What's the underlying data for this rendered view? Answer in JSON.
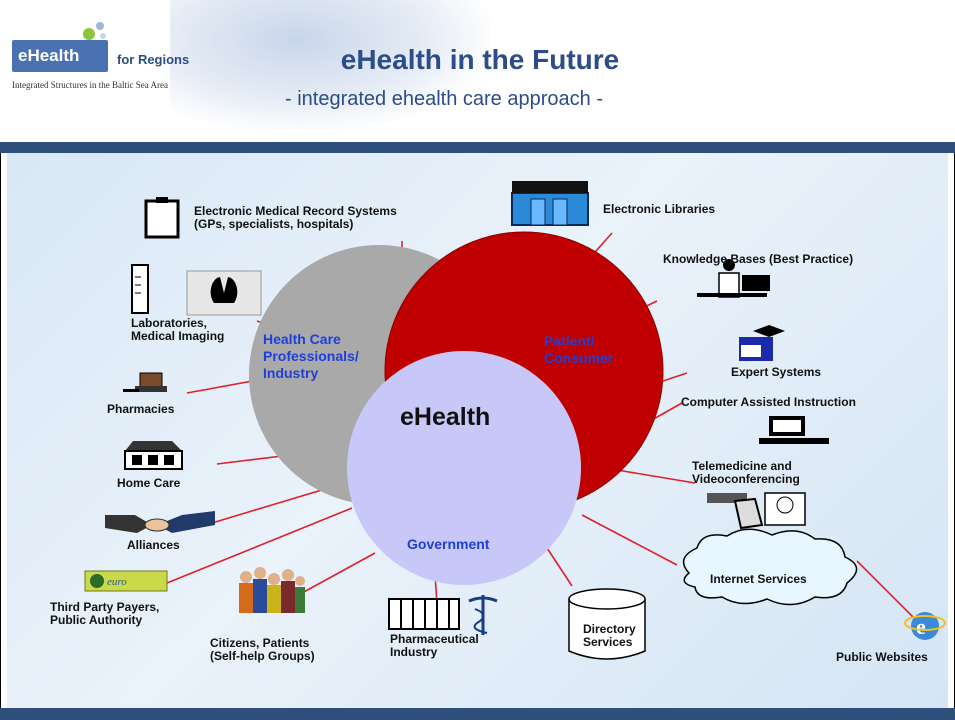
{
  "header": {
    "logo_name": "eHealth",
    "logo_for": "for Regions",
    "logo_tagline": "Integrated Structures in the Baltic Sea Area",
    "title": "eHealth in the Future",
    "subtitle": "- integrated ehealth care approach -"
  },
  "circles": {
    "professionals": "Health Care Professionals/ Industry",
    "professionals_lines": [
      "Health Care",
      "Professionals/",
      "Industry"
    ],
    "patient_lines": [
      "Patient/",
      "Consumer"
    ],
    "government": "Government",
    "center": "eHealth"
  },
  "colors": {
    "professionals": "#a9a9a9",
    "patient": "#c00000",
    "government": "#c8c8f8",
    "spoke": "#e0202a",
    "title": "#2d4c8a"
  },
  "nodes": [
    {
      "id": "emr",
      "icon": "clipboard-icon",
      "lines": [
        "Electronic Medical Record Systems",
        "(GPs, specialists, hospitals)"
      ]
    },
    {
      "id": "labs",
      "icon": "lab-and-xray-icon",
      "lines": [
        "Laboratories,",
        "Medical Imaging"
      ]
    },
    {
      "id": "pharmacies",
      "icon": "pharmacy-icon",
      "lines": [
        "Pharmacies"
      ]
    },
    {
      "id": "homecare",
      "icon": "house-icon",
      "lines": [
        "Home Care"
      ]
    },
    {
      "id": "alliances",
      "icon": "handshake-icon",
      "lines": [
        "Alliances"
      ]
    },
    {
      "id": "payers",
      "icon": "euro-note-icon",
      "lines": [
        "Third Party Payers,",
        "Public Authority"
      ]
    },
    {
      "id": "citizens",
      "icon": "people-group-icon",
      "lines": [
        "Citizens, Patients",
        "(Self-help Groups)"
      ]
    },
    {
      "id": "pharma",
      "icon": "caduceus-factory-icon",
      "lines": [
        "Pharmaceutical",
        "Industry"
      ]
    },
    {
      "id": "directory",
      "icon": "database-icon",
      "lines": [
        "Directory",
        "Services"
      ]
    },
    {
      "id": "internet",
      "icon": "cloud-icon",
      "lines": [
        "Internet Services"
      ]
    },
    {
      "id": "websites",
      "icon": "browser-e-icon",
      "lines": [
        "Public Websites"
      ]
    },
    {
      "id": "telemed",
      "icon": "video-camera-icon",
      "lines": [
        "Telemedicine and",
        "Videoconferencing"
      ]
    },
    {
      "id": "cai",
      "icon": "computer-icon",
      "lines": [
        "Computer Assisted Instruction"
      ]
    },
    {
      "id": "expert",
      "icon": "graduate-icon",
      "lines": [
        "Expert Systems"
      ]
    },
    {
      "id": "kb",
      "icon": "scientist-icon",
      "lines": [
        "Knowledge Bases (Best Practice)"
      ]
    },
    {
      "id": "libraries",
      "icon": "server-cabinet-icon",
      "lines": [
        "Electronic Libraries"
      ]
    }
  ]
}
